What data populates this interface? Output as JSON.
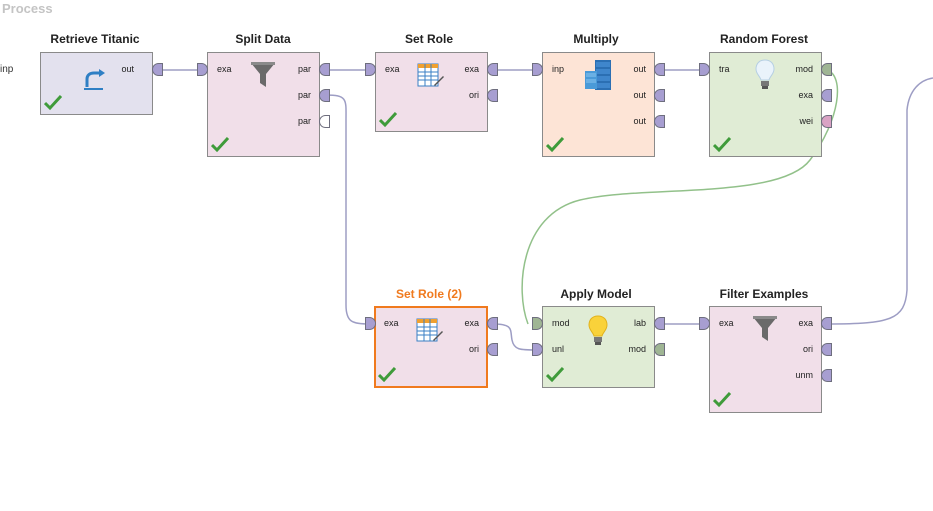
{
  "canvas": {
    "title": "Process",
    "left_port_label": "inp"
  },
  "operators": [
    {
      "title": "Retrieve Titanic",
      "in_ports": [],
      "out_ports": [
        "out"
      ],
      "icon": "retrieve-arrow-icon",
      "status": "checked"
    },
    {
      "title": "Split Data",
      "in_ports": [
        "exa"
      ],
      "out_ports": [
        "par",
        "par",
        "par"
      ],
      "icon": "filter-funnel-icon",
      "status": "checked"
    },
    {
      "title": "Set Role",
      "in_ports": [
        "exa"
      ],
      "out_ports": [
        "exa",
        "ori"
      ],
      "icon": "set-role-table-icon",
      "status": "checked"
    },
    {
      "title": "Multiply",
      "in_ports": [
        "inp"
      ],
      "out_ports": [
        "out",
        "out",
        "out"
      ],
      "icon": "multiply-icon",
      "status": "checked"
    },
    {
      "title": "Random Forest",
      "in_ports": [
        "tra"
      ],
      "out_ports": [
        "mod",
        "exa",
        "wei"
      ],
      "icon": "lightbulb-icon",
      "status": "checked"
    },
    {
      "title": "Set Role (2)",
      "in_ports": [
        "exa"
      ],
      "out_ports": [
        "exa",
        "ori"
      ],
      "icon": "set-role-table-icon",
      "status": "checked",
      "selected": true
    },
    {
      "title": "Apply Model",
      "in_ports": [
        "mod",
        "unl"
      ],
      "out_ports": [
        "lab",
        "mod"
      ],
      "icon": "lightbulb-icon",
      "status": "checked"
    },
    {
      "title": "Filter Examples",
      "in_ports": [
        "exa"
      ],
      "out_ports": [
        "exa",
        "ori",
        "unm"
      ],
      "icon": "filter-funnel-icon",
      "status": "checked"
    }
  ],
  "colors": {
    "retrieve": "#e3e1ee",
    "data_prep": "#f1dfe9",
    "utility": "#fde4d6",
    "model": "#e0ecd5",
    "port_example": "#a79ed1",
    "port_model": "#9fb594",
    "port_weights": "#d9a3c4",
    "port_empty": "#ffffff",
    "wire_data": "#9d9dc4",
    "wire_model": "#92c18a",
    "check": "#3f9b3a",
    "selected": "#f07a1e"
  }
}
